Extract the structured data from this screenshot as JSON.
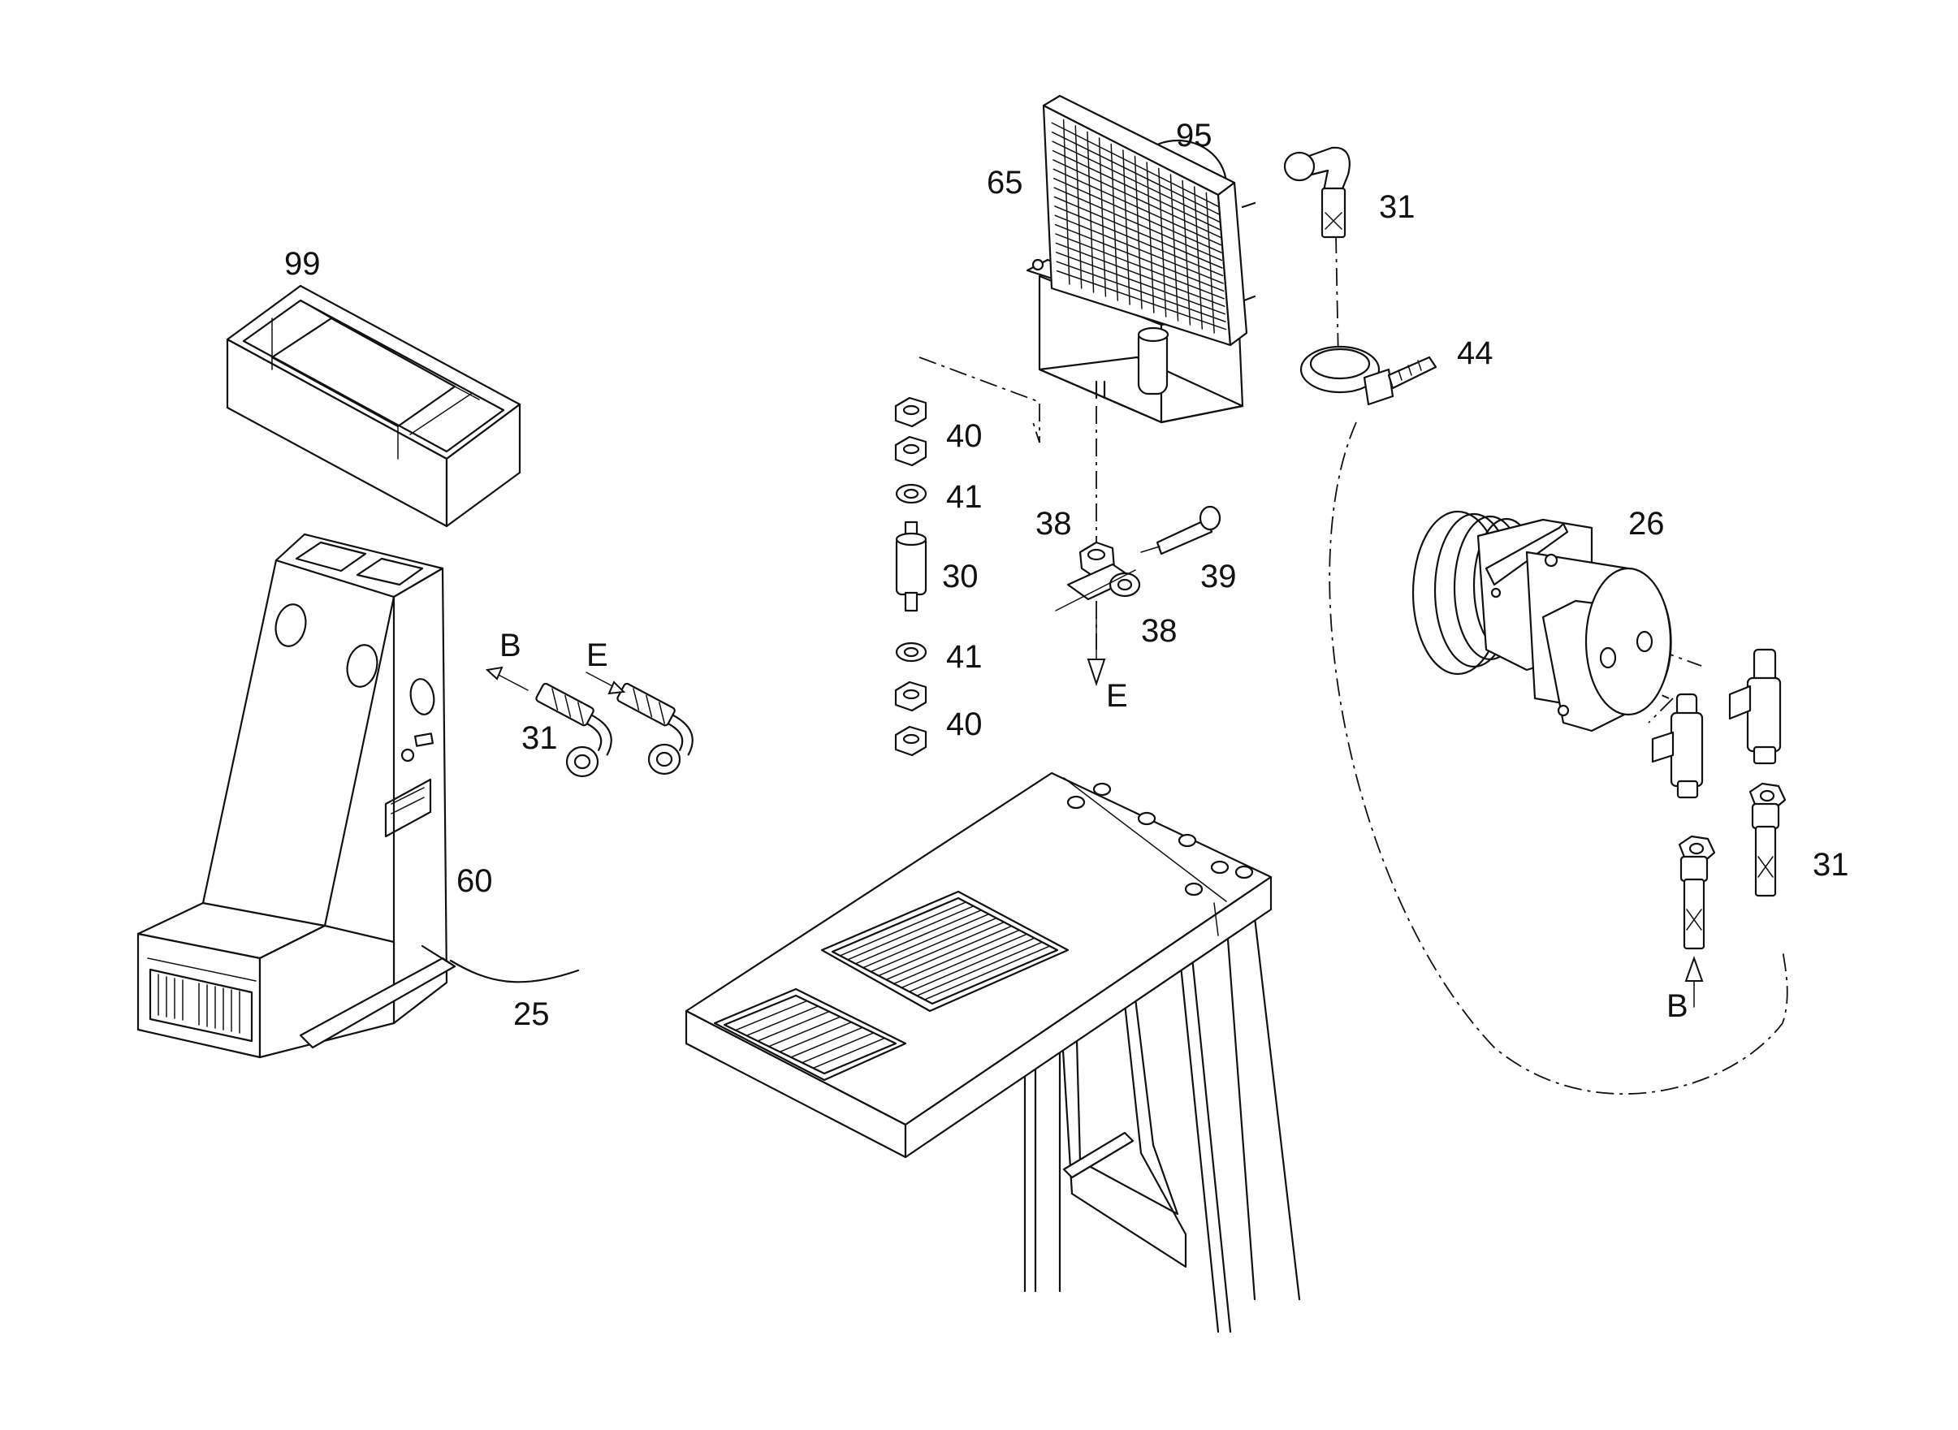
{
  "labels": {
    "p99": "99",
    "p65": "65",
    "p95": "95",
    "p31_top": "31",
    "p44": "44",
    "p40_top": "40",
    "p41_top": "41",
    "p30": "30",
    "p41_bot": "41",
    "p40_bot": "40",
    "p38_top": "38",
    "p39": "39",
    "p38_bot": "38",
    "e_down": "E",
    "p26": "26",
    "p31_right": "31",
    "b_up": "B",
    "b_left": "B",
    "e_right": "E",
    "p31_left": "31",
    "p60": "60",
    "p25": "25"
  }
}
